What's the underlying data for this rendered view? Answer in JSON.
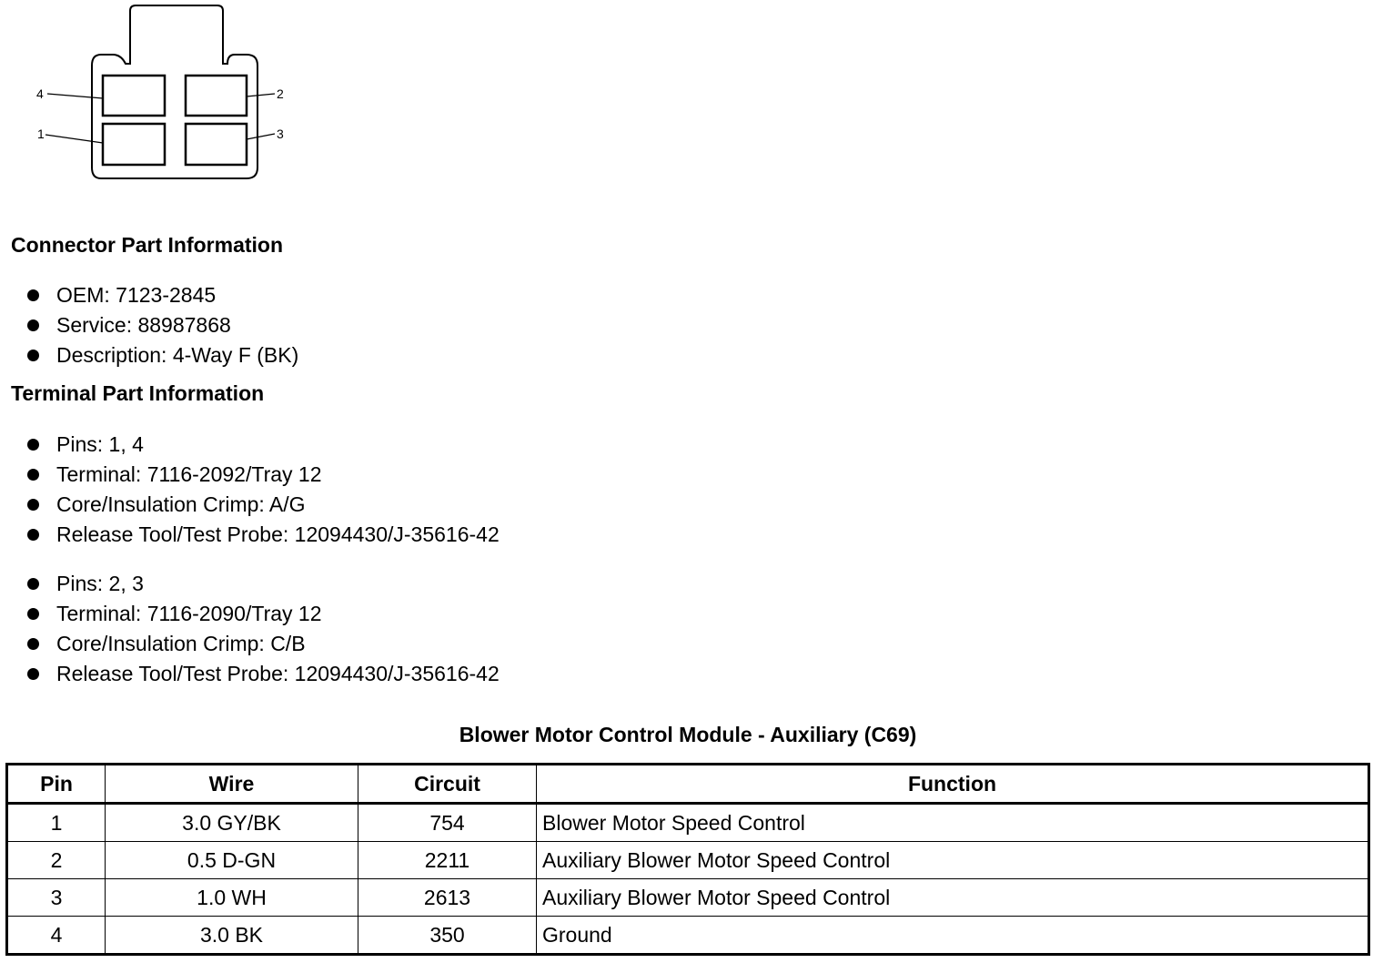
{
  "connector_diagram": {
    "pin_labels": [
      "4",
      "2",
      "1",
      "3"
    ]
  },
  "connector_part_info": {
    "heading": "Connector Part Information",
    "items": [
      "OEM: 7123-2845",
      "Service: 88987868",
      "Description: 4-Way F (BK)"
    ]
  },
  "terminal_part_info": {
    "heading": "Terminal Part Information",
    "group1": [
      "Pins: 1, 4",
      "Terminal: 7116-2092/Tray 12",
      "Core/Insulation Crimp: A/G",
      "Release Tool/Test Probe: 12094430/J-35616-42"
    ],
    "group2": [
      "Pins: 2, 3",
      "Terminal: 7116-2090/Tray 12",
      "Core/Insulation Crimp: C/B",
      "Release Tool/Test Probe: 12094430/J-35616-42"
    ]
  },
  "pin_table": {
    "title": "Blower Motor Control Module - Auxiliary (C69)",
    "headers": [
      "Pin",
      "Wire",
      "Circuit",
      "Function"
    ],
    "rows": [
      [
        "1",
        "3.0 GY/BK",
        "754",
        "Blower Motor Speed Control"
      ],
      [
        "2",
        "0.5 D-GN",
        "2211",
        "Auxiliary Blower Motor Speed Control"
      ],
      [
        "3",
        "1.0 WH",
        "2613",
        "Auxiliary Blower Motor Speed Control"
      ],
      [
        "4",
        "3.0 BK",
        "350",
        "Ground"
      ]
    ]
  }
}
